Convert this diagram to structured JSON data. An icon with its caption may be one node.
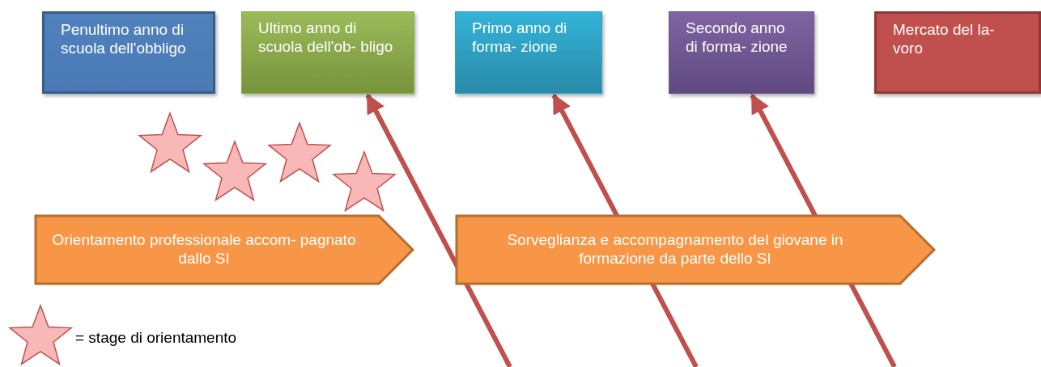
{
  "diagram": {
    "nodes": [
      {
        "text": [
          "Penultimo anno di scuola dell'obbligo"
        ]
      },
      {
        "text": [
          "Ultimo anno di scuola dell'ob- bligo"
        ]
      },
      {
        "text": [
          "Primo anno di forma- zione"
        ]
      },
      {
        "text": [
          "Secondo anno di forma- zione"
        ]
      },
      {
        "text": [
          "Mercato del la- voro"
        ]
      },
      {
        "text": [
          "Orientamento professionale accom- pagnato dallo SI"
        ]
      },
      {
        "text": [
          "Sorveglianza e accompagnamento del giovane in formazione da parte dello SI"
        ]
      },
      {
        "text": [],
        "shape": "star"
      },
      {
        "text": [],
        "shape": "star"
      },
      {
        "text": [],
        "shape": "star"
      },
      {
        "text": [],
        "shape": "star"
      }
    ],
    "edges": [
      {
        "from": null,
        "to": 1,
        "arrow": "to"
      },
      {
        "from": null,
        "to": 2,
        "arrow": "to"
      },
      {
        "from": null,
        "to": 3,
        "arrow": "to"
      }
    ],
    "legend": [
      {
        "text": "= stage di orientamento"
      }
    ]
  }
}
